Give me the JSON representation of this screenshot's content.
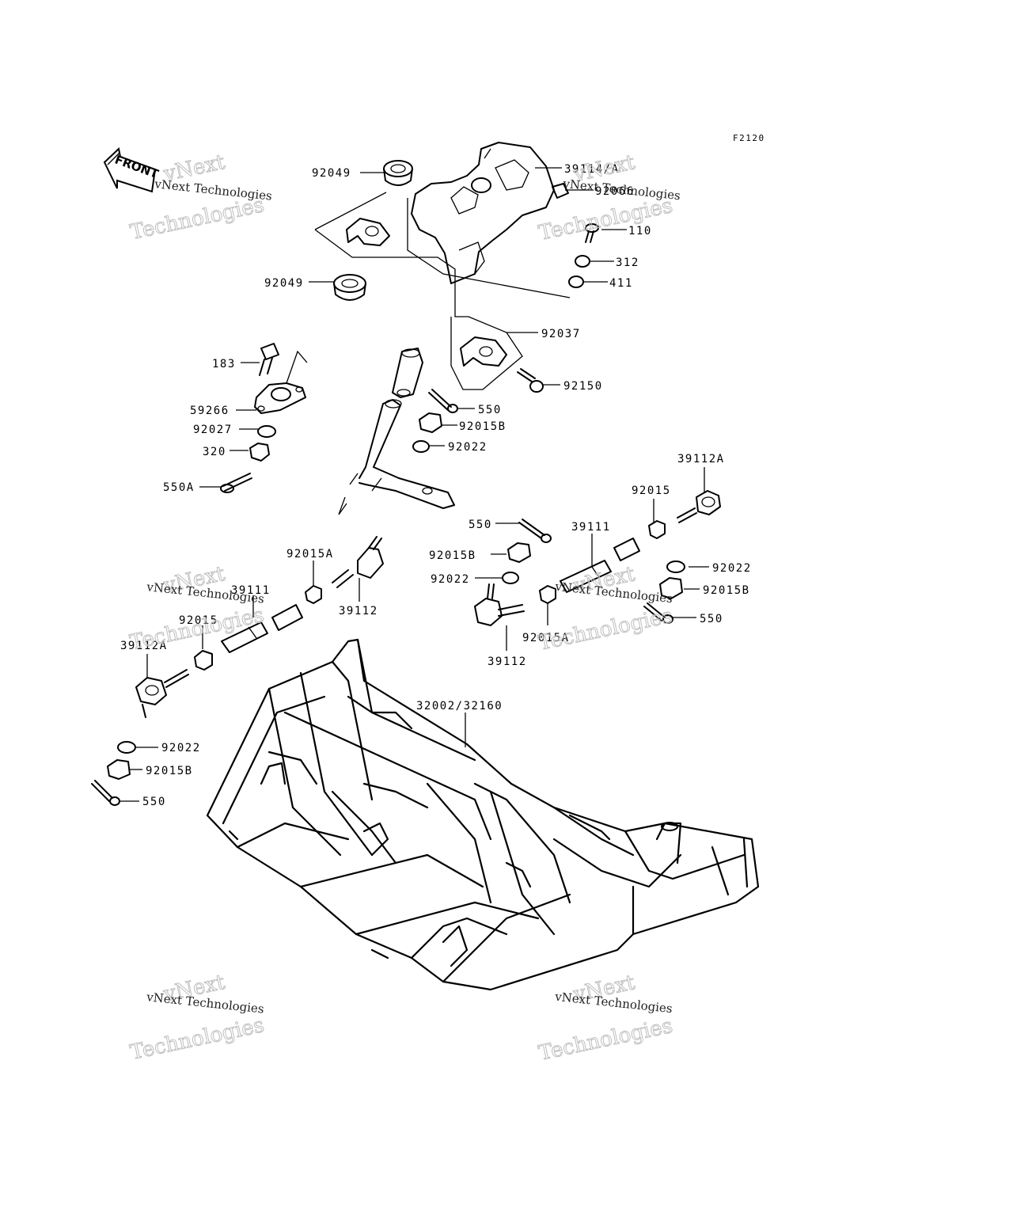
{
  "figure_code": "F2120",
  "front_label": "FRONT",
  "watermark": {
    "line1": "vNext Technologies",
    "line2a": "vNext",
    "line2b": "Technologies"
  },
  "callouts": [
    {
      "id": "c01",
      "text": "92049"
    },
    {
      "id": "c02",
      "text": "39114/A"
    },
    {
      "id": "c03",
      "text": "92066"
    },
    {
      "id": "c04",
      "text": "110"
    },
    {
      "id": "c05",
      "text": "312"
    },
    {
      "id": "c06",
      "text": "411"
    },
    {
      "id": "c07",
      "text": "92049"
    },
    {
      "id": "c08",
      "text": "92037"
    },
    {
      "id": "c09",
      "text": "183"
    },
    {
      "id": "c10",
      "text": "92150"
    },
    {
      "id": "c11",
      "text": "550"
    },
    {
      "id": "c12",
      "text": "59266"
    },
    {
      "id": "c13",
      "text": "92015B"
    },
    {
      "id": "c14",
      "text": "92027"
    },
    {
      "id": "c15",
      "text": "92022"
    },
    {
      "id": "c16",
      "text": "320"
    },
    {
      "id": "c17",
      "text": "39112A"
    },
    {
      "id": "c18",
      "text": "550A"
    },
    {
      "id": "c19",
      "text": "92015"
    },
    {
      "id": "c20",
      "text": "550"
    },
    {
      "id": "c21",
      "text": "39111"
    },
    {
      "id": "c22",
      "text": "92015B"
    },
    {
      "id": "c23",
      "text": "92015A"
    },
    {
      "id": "c24",
      "text": "92022"
    },
    {
      "id": "c25",
      "text": "92022"
    },
    {
      "id": "c26",
      "text": "39111"
    },
    {
      "id": "c27",
      "text": "39112"
    },
    {
      "id": "c28",
      "text": "92015B"
    },
    {
      "id": "c29",
      "text": "92015"
    },
    {
      "id": "c30",
      "text": "550"
    },
    {
      "id": "c31",
      "text": "39112A"
    },
    {
      "id": "c32",
      "text": "92015A"
    },
    {
      "id": "c33",
      "text": "39112"
    },
    {
      "id": "c34",
      "text": "32002/32160"
    },
    {
      "id": "c35",
      "text": "92022"
    },
    {
      "id": "c36",
      "text": "92015B"
    },
    {
      "id": "c37",
      "text": "550"
    }
  ]
}
